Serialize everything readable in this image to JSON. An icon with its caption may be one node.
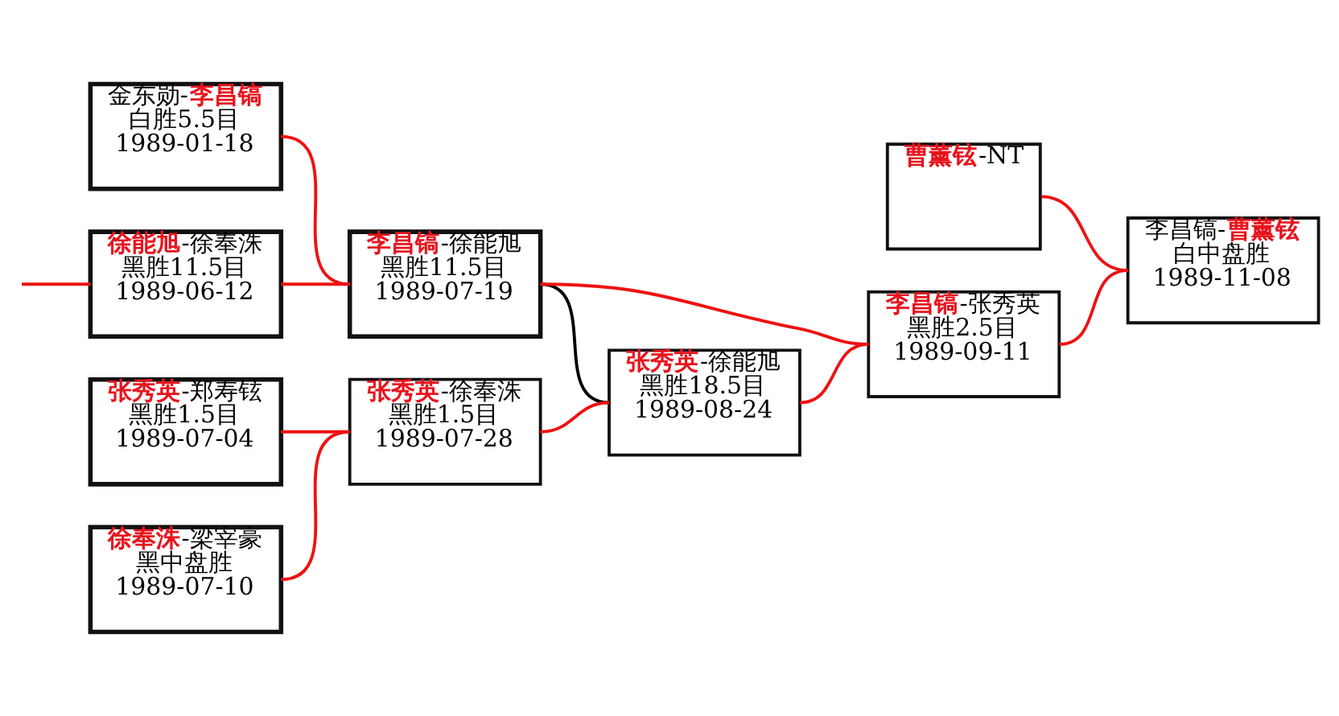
{
  "diagram": {
    "nodes": [
      {
        "text": [
          "金东勋-**李昌镐**",
          "白胜5.5目",
          "1989-01-18"
        ]
      },
      {
        "text": [
          "**徐能旭**-徐奉洙",
          "黑胜11.5目",
          "1989-06-12"
        ]
      },
      {
        "text": [
          "**张秀英**-郑寿铉",
          "黑胜1.5目",
          "1989-07-04"
        ]
      },
      {
        "text": [
          "**徐奉洙**-梁宰豪",
          "黑中盘胜",
          "1989-07-10"
        ]
      },
      {
        "text": [
          "**李昌镐**-徐能旭",
          "黑胜11.5目",
          "1989-07-19"
        ]
      },
      {
        "text": [
          "**张秀英**-徐奉洙",
          "黑胜1.5目",
          "1989-07-28"
        ]
      },
      {
        "text": [
          "**张秀英**-徐能旭",
          "黑胜18.5目",
          "1989-08-24"
        ]
      },
      {
        "text": [
          "**曹薰铉**-NT"
        ]
      },
      {
        "text": [
          "**李昌镐**-张秀英",
          "黑胜2.5目",
          "1989-09-11"
        ]
      },
      {
        "text": [
          "李昌镐-**曹薰铉**",
          "白中盘胜",
          "1989-11-08"
        ]
      }
    ],
    "edges": [
      {
        "from": null,
        "to": 1,
        "arrow": "none"
      },
      {
        "from": 0,
        "to": 4,
        "arrow": "none"
      },
      {
        "from": 1,
        "to": 4,
        "arrow": "none"
      },
      {
        "from": 2,
        "to": 5,
        "arrow": "none"
      },
      {
        "from": 3,
        "to": 5,
        "arrow": "none"
      },
      {
        "from": 4,
        "to": 8,
        "arrow": "none"
      },
      {
        "from": 4,
        "to": 6,
        "arrow": "none",
        "color": "#000000"
      },
      {
        "from": 5,
        "to": 6,
        "arrow": "none"
      },
      {
        "from": 6,
        "to": 8,
        "arrow": "none"
      },
      {
        "from": 7,
        "to": 9,
        "arrow": "none"
      },
      {
        "from": 8,
        "to": 9,
        "arrow": "none"
      }
    ]
  }
}
